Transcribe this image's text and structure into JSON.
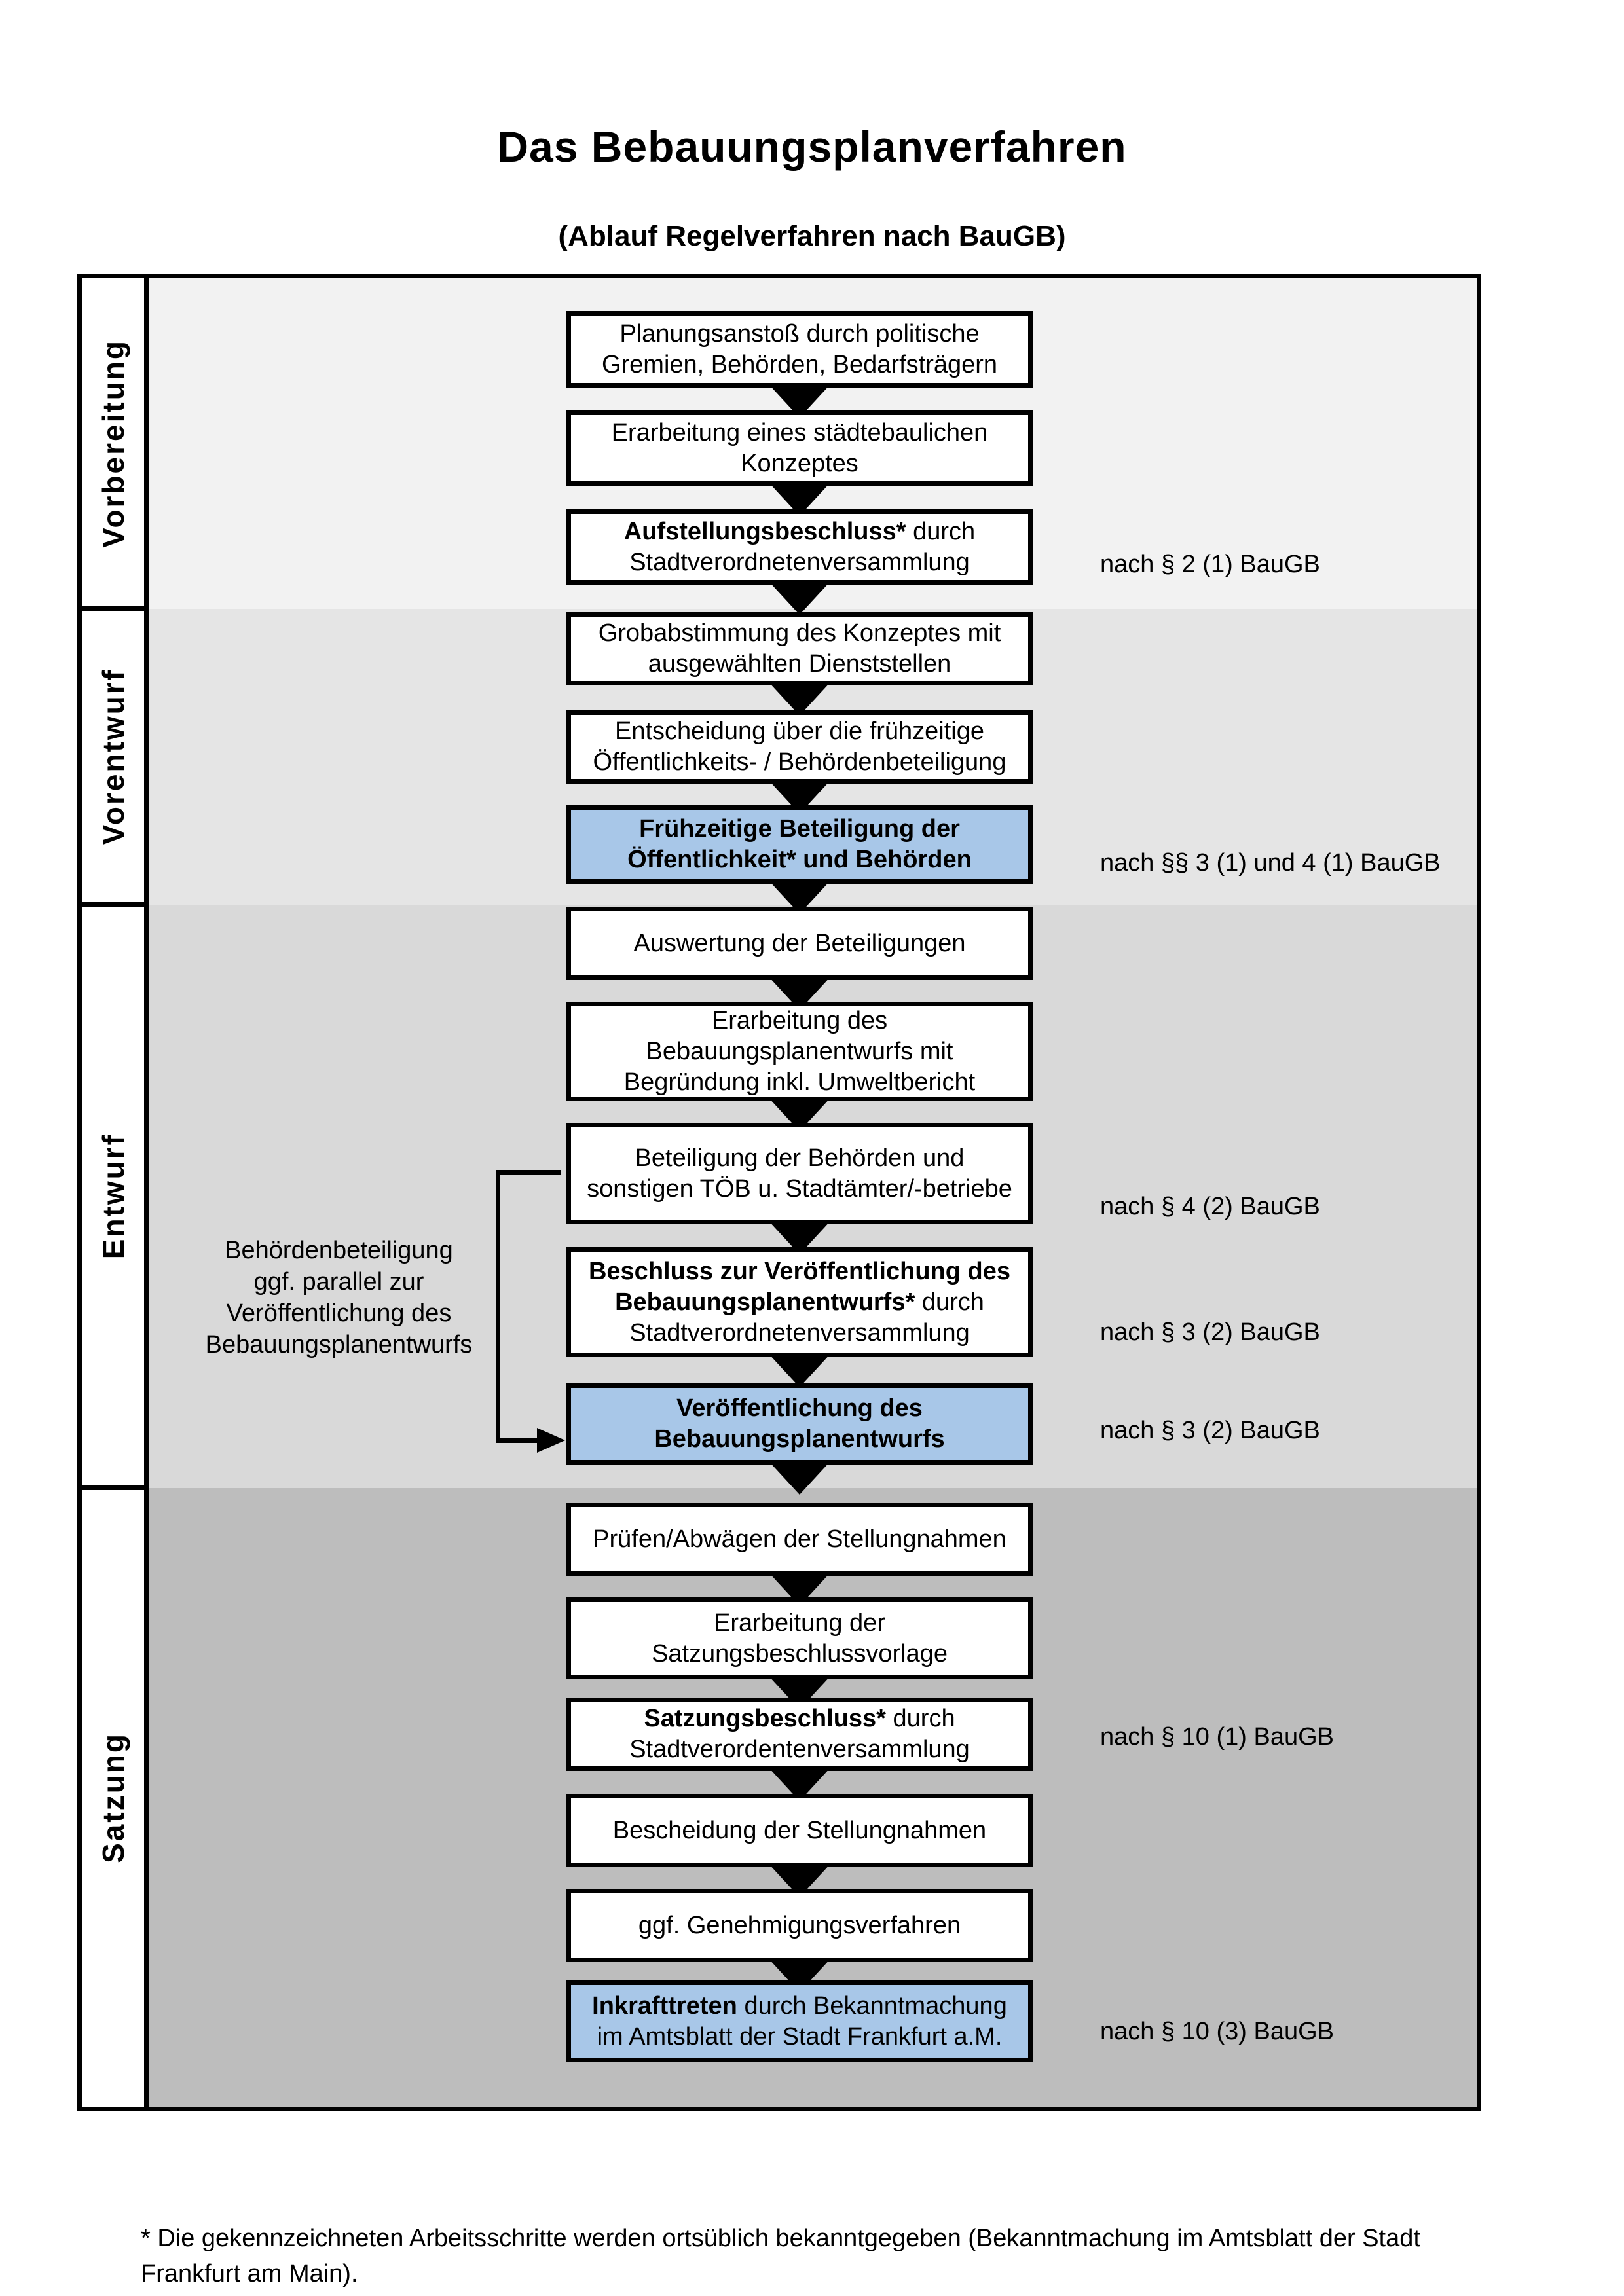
{
  "title": "Das Bebauungsplanverfahren",
  "subtitle": "(Ablauf Regelverfahren nach BauGB)",
  "colors": {
    "phase_backgrounds": [
      "#f2f2f2",
      "#e5e5e5",
      "#d9d9d9",
      "#bdbdbd"
    ],
    "highlight_box": "#a8c7e8",
    "border": "#000000"
  },
  "phases": [
    {
      "label": "Vorbereitung"
    },
    {
      "label": "Vorentwurf"
    },
    {
      "label": "Entwurf"
    },
    {
      "label": "Satzung"
    }
  ],
  "flow": {
    "boxes": [
      {
        "highlighted": false,
        "lines": [
          [
            {
              "t": "Planungsanstoß durch politische"
            }
          ],
          [
            {
              "t": "Gremien, Behörden, Bedarfsträgern"
            }
          ]
        ]
      },
      {
        "highlighted": false,
        "lines": [
          [
            {
              "t": "Erarbeitung eines städtebaulichen"
            }
          ],
          [
            {
              "t": "Konzeptes"
            }
          ]
        ]
      },
      {
        "highlighted": false,
        "lines": [
          [
            {
              "t": "Aufstellungsbeschluss*",
              "b": true
            },
            {
              "t": " durch"
            }
          ],
          [
            {
              "t": "Stadtverordnetenversammlung"
            }
          ]
        ]
      },
      {
        "highlighted": false,
        "lines": [
          [
            {
              "t": "Grobabstimmung des Konzeptes mit"
            }
          ],
          [
            {
              "t": "ausgewählten Dienststellen"
            }
          ]
        ]
      },
      {
        "highlighted": false,
        "lines": [
          [
            {
              "t": "Entscheidung über die frühzeitige"
            }
          ],
          [
            {
              "t": "Öffentlichkeits- / Behördenbeteiligung"
            }
          ]
        ]
      },
      {
        "highlighted": true,
        "lines": [
          [
            {
              "t": "Frühzeitige Beteiligung der",
              "b": true
            }
          ],
          [
            {
              "t": "Öffentlichkeit* und Behörden",
              "b": true
            }
          ]
        ]
      },
      {
        "highlighted": false,
        "lines": [
          [
            {
              "t": "Auswertung der Beteiligungen"
            }
          ]
        ]
      },
      {
        "highlighted": false,
        "lines": [
          [
            {
              "t": "Erarbeitung des"
            }
          ],
          [
            {
              "t": "Bebauungsplanentwurfs mit"
            }
          ],
          [
            {
              "t": "Begründung inkl. Umweltbericht"
            }
          ]
        ]
      },
      {
        "highlighted": false,
        "lines": [
          [
            {
              "t": "Beteiligung der Behörden und"
            }
          ],
          [
            {
              "t": "sonstigen TÖB u. Stadtämter/-betriebe"
            }
          ]
        ]
      },
      {
        "highlighted": false,
        "lines": [
          [
            {
              "t": "Beschluss zur Veröffentlichung des",
              "b": true
            }
          ],
          [
            {
              "t": "Bebauungsplanentwurfs*",
              "b": true
            },
            {
              "t": " durch"
            }
          ],
          [
            {
              "t": "Stadtverordnetenversammlung"
            }
          ]
        ]
      },
      {
        "highlighted": true,
        "lines": [
          [
            {
              "t": "Veröffentlichung des",
              "b": true
            }
          ],
          [
            {
              "t": "Bebauungsplanentwurfs",
              "b": true
            }
          ]
        ]
      },
      {
        "highlighted": false,
        "lines": [
          [
            {
              "t": "Prüfen/Abwägen der Stellungnahmen"
            }
          ]
        ]
      },
      {
        "highlighted": false,
        "lines": [
          [
            {
              "t": "Erarbeitung der"
            }
          ],
          [
            {
              "t": "Satzungsbeschlussvorlage"
            }
          ]
        ]
      },
      {
        "highlighted": false,
        "lines": [
          [
            {
              "t": "Satzungsbeschluss*",
              "b": true
            },
            {
              "t": " durch"
            }
          ],
          [
            {
              "t": "Stadtverordentenversammlung"
            }
          ]
        ]
      },
      {
        "highlighted": false,
        "lines": [
          [
            {
              "t": "Bescheidung der Stellungnahmen"
            }
          ]
        ]
      },
      {
        "highlighted": false,
        "lines": [
          [
            {
              "t": "ggf. Genehmigungsverfahren"
            }
          ]
        ]
      },
      {
        "highlighted": true,
        "lines": [
          [
            {
              "t": "Inkrafttreten",
              "b": true
            },
            {
              "t": " durch Bekanntmachung"
            }
          ],
          [
            {
              "t": "im Amtsblatt der Stadt Frankfurt a.M."
            }
          ]
        ]
      }
    ]
  },
  "references": [
    {
      "text": "nach § 2 (1) BauGB"
    },
    {
      "text": "nach §§ 3 (1) und 4 (1) BauGB"
    },
    {
      "text": "nach § 4 (2) BauGB"
    },
    {
      "text": "nach § 3 (2) BauGB"
    },
    {
      "text": "nach § 3 (2) BauGB"
    },
    {
      "text": "nach § 10 (1) BauGB"
    },
    {
      "text": "nach § 10 (3) BauGB"
    }
  ],
  "side_note": {
    "lines": [
      "Behördenbeteiligung",
      "ggf. parallel zur",
      "Veröffentlichung des",
      "Bebauungsplanentwurfs"
    ]
  },
  "footnote_lines": [
    "* Die gekennzeichneten Arbeitsschritte werden ortsüblich bekanntgegeben (Bekanntmachung im Amtsblatt  der Stadt",
    "Frankfurt am Main)."
  ]
}
